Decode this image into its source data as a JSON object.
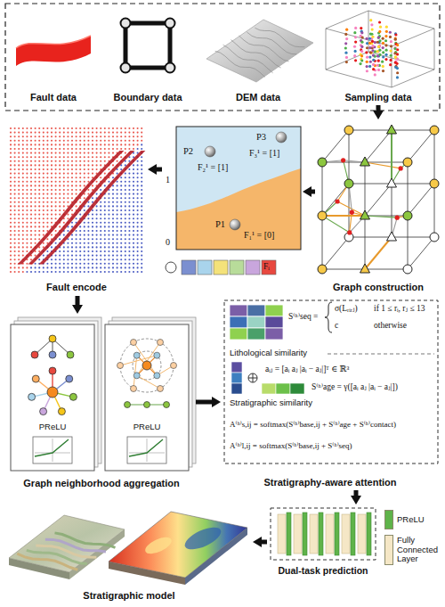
{
  "diagram": {
    "nodes": [
      {
        "text": [
          "Fault data"
        ]
      },
      {
        "text": [
          "Boundary data"
        ]
      },
      {
        "text": [
          "DEM data"
        ]
      },
      {
        "text": [
          "Sampling data"
        ]
      },
      {
        "text": [
          "Graph construction"
        ]
      },
      {
        "text": [
          "P2",
          "F₂¹ = [1]",
          "P3",
          "F₃¹ = [1]",
          "1",
          "P1",
          "F₁¹ = [0]",
          "0"
        ]
      },
      {
        "text": [
          "Fault encode"
        ]
      },
      {
        "text": [
          "PReLU",
          "PReLU",
          "Graph neighborhood aggregation"
        ]
      },
      {
        "text": [
          "S⁽ʰ⁾seq =",
          "σ(Lᵣᵢᵣⱼ)",
          "if 1 ≤ rᵢ, rⱼ ≤ 13",
          "c",
          "otherwise",
          "Lithological similarity",
          "aᵢⱼ = [aᵢ aⱼ |aᵢ − aⱼ|]ᵀ ∈ ℝ³",
          "S⁽ʰ⁾age = γ([aᵢ aⱼ |aᵢ − aⱼ|])",
          "Stratigraphic similarity",
          "A⁽ʰ⁾s,ij = softmax(S⁽ʰ⁾base,ij + S⁽ʰ⁾age + S⁽ʰ⁾contact)",
          "A⁽ʰ⁾l,ij = softmax(S⁽ʰ⁾base,ij + S⁽ʰ⁾seq)",
          "Stratigraphy-aware attention"
        ]
      },
      {
        "text": [
          "Dual-task prediction"
        ]
      },
      {
        "text": [
          "Stratigraphic model"
        ]
      }
    ],
    "edges": [
      {
        "from": 3,
        "to": 4,
        "arrow": "to"
      },
      {
        "from": 4,
        "to": 5,
        "arrow": "to"
      },
      {
        "from": 5,
        "to": 6,
        "arrow": "to"
      },
      {
        "from": 6,
        "to": 7,
        "arrow": "to"
      },
      {
        "from": 7,
        "to": 8,
        "arrow": "to"
      },
      {
        "from": 8,
        "to": 9,
        "arrow": "to"
      },
      {
        "from": 9,
        "to": 10,
        "arrow": "to"
      }
    ],
    "labels": [
      "Fᵢ"
    ],
    "legend": [
      {
        "text": "PReLU",
        "color": "#5fb34a"
      },
      {
        "text": "Fully Connected Layer",
        "color": "#f5e7c6"
      }
    ]
  }
}
